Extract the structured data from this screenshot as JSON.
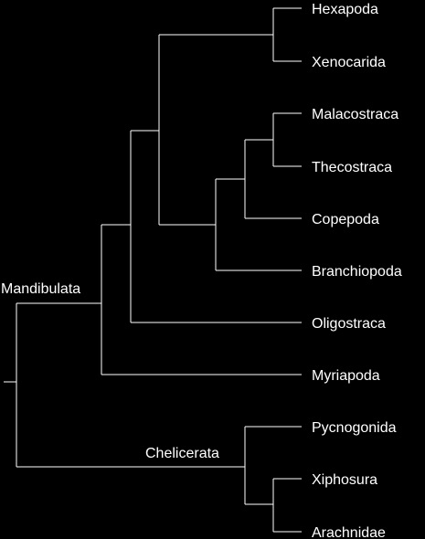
{
  "colors": {
    "background": "#000000",
    "line": "#ffffff",
    "text": "#ffffff"
  },
  "tree": {
    "leaves": [
      "Hexapoda",
      "Xenocarida",
      "Malacostraca",
      "Thecostraca",
      "Copepoda",
      "Branchiopoda",
      "Oligostraca",
      "Myriapoda",
      "Pycnogonida",
      "Xiphosura",
      "Arachnidae"
    ],
    "clades": {
      "mandibulata": "Mandibulata",
      "chelicerata": "Chelicerata"
    }
  }
}
